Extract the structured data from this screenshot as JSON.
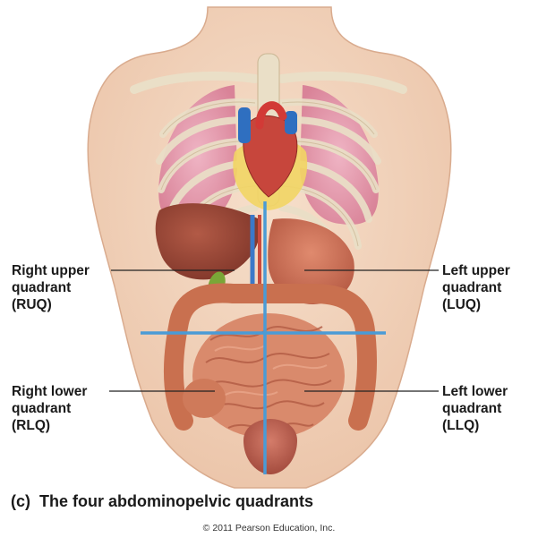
{
  "labels": {
    "ruq": {
      "line1": "Right upper",
      "line2": "quadrant",
      "line3": "(RUQ)"
    },
    "luq": {
      "line1": "Left upper",
      "line2": "quadrant",
      "line3": "(LUQ)"
    },
    "rlq": {
      "line1": "Right lower",
      "line2": "quadrant",
      "line3": "(RLQ)"
    },
    "llq": {
      "line1": "Left lower",
      "line2": "quadrant",
      "line3": "(LLQ)"
    }
  },
  "caption": {
    "tag": "(c)",
    "text": "The four abdominopelvic quadrants"
  },
  "copyright": "© 2011 Pearson Education, Inc.",
  "colors": {
    "skin": "#f3d6bf",
    "bone": "#f0e6d0",
    "lung": "#e7a0b4",
    "liver": "#9c4838",
    "stomach": "#c96a54",
    "intestine": "#d98a6c",
    "bladder": "#b85a4c",
    "gallbladder": "#7aa637",
    "fat": "#f2d564",
    "quadrant_lines": "#4a9bd6",
    "leader_lines": "#222222"
  }
}
